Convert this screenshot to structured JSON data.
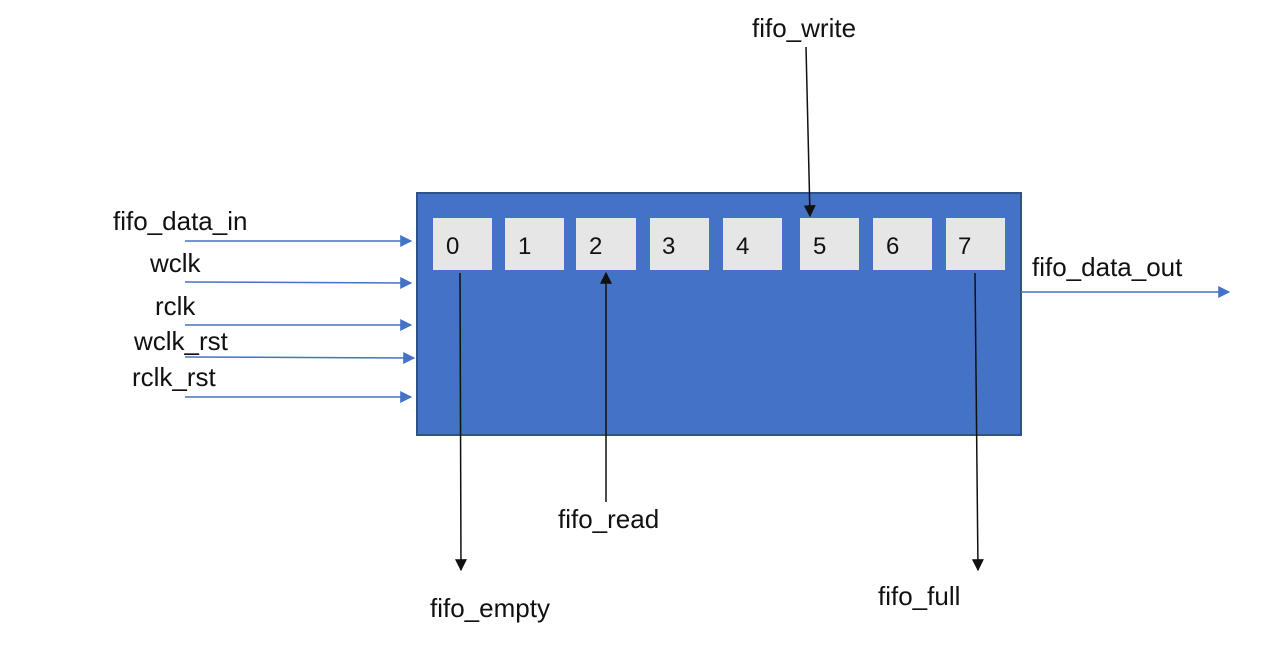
{
  "diagram": {
    "colors": {
      "block_fill": "#4472C4",
      "block_border": "#2F528F",
      "slot_fill": "#E7E6E6",
      "input_arrow": "#4472C4",
      "pointer_arrow": "#111111"
    },
    "slots": [
      "0",
      "1",
      "2",
      "3",
      "4",
      "5",
      "6",
      "7"
    ],
    "inputs": {
      "data_in": "fifo_data_in",
      "wclk": "wclk",
      "rclk": "rclk",
      "wclk_rst": "wclk_rst",
      "rclk_rst": "rclk_rst"
    },
    "outputs": {
      "data_out": "fifo_data_out",
      "empty": "fifo_empty",
      "full": "fifo_full"
    },
    "pointers": {
      "write": "fifo_write",
      "read": "fifo_read"
    }
  }
}
